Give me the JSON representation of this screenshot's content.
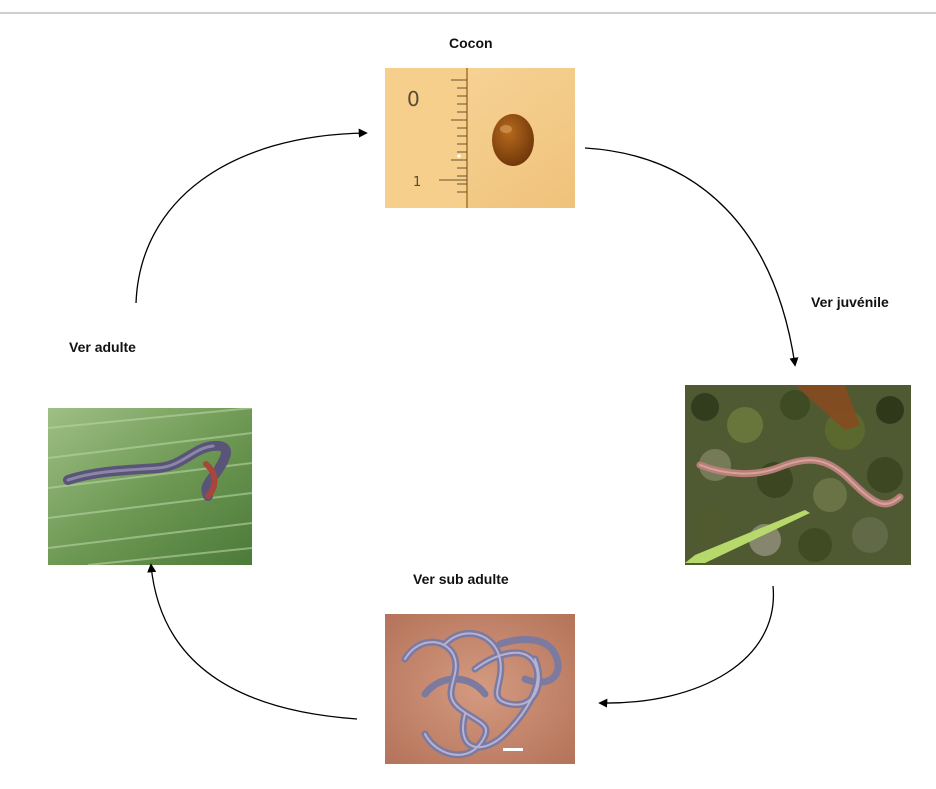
{
  "title": "",
  "stages": {
    "cocon": {
      "label": "Cocon",
      "photo": "cocoon-with-ruler-photo"
    },
    "juvenile": {
      "label": "Ver juvénile",
      "photo": "juvenile-worm-on-moss-photo"
    },
    "subadulte": {
      "label": "Ver sub adulte",
      "photo": "subadult-worms-on-skin-photo"
    },
    "adulte": {
      "label": "Ver adulte",
      "photo": "adult-worm-on-leaf-photo"
    }
  },
  "cycle_order": [
    "cocon",
    "juvenile",
    "subadulte",
    "adulte"
  ],
  "ruler": {
    "tick_top": "0",
    "tick_bottom": "1"
  },
  "colors": {
    "arrow": "#000000",
    "label": "#111111"
  }
}
